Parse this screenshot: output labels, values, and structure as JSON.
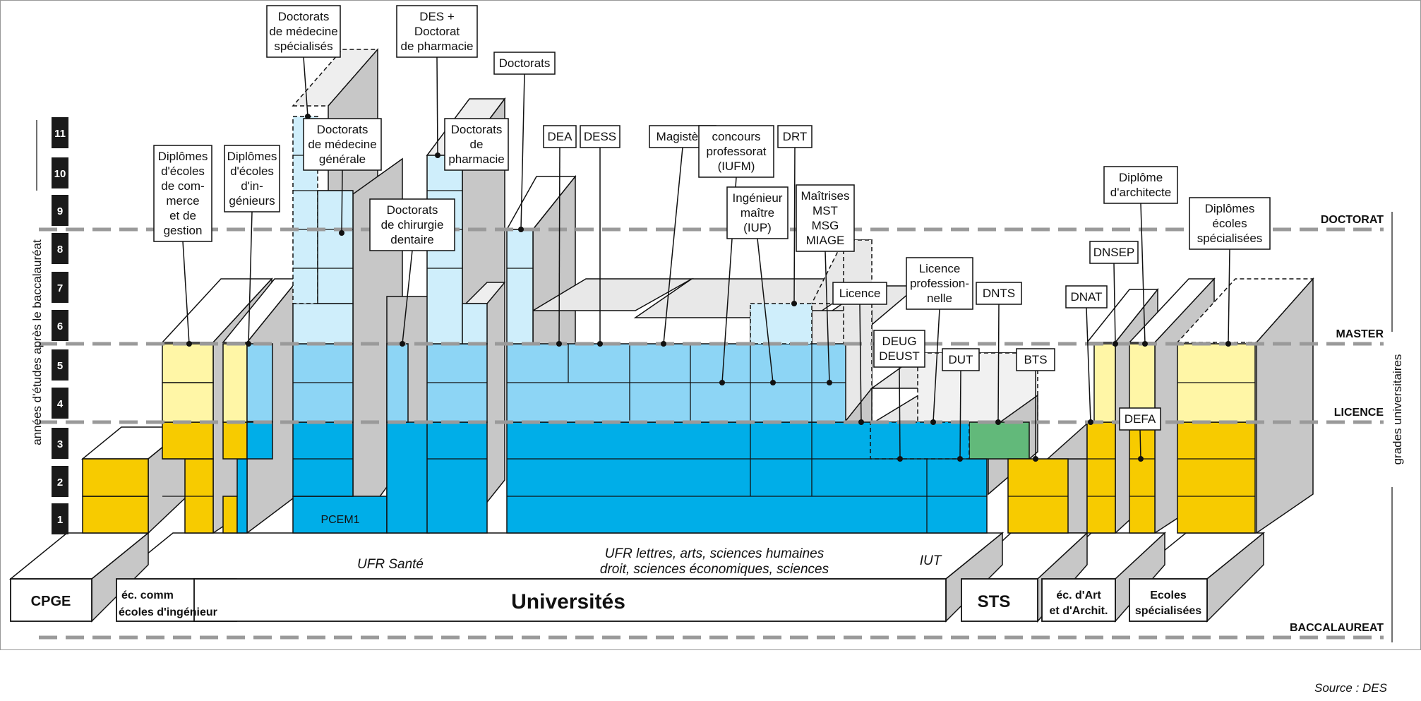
{
  "axis": {
    "left_title": "années d'études après le baccalauréat",
    "right_title": "grades universitaires",
    "years": [
      "1",
      "2",
      "3",
      "4",
      "5",
      "6",
      "7",
      "8",
      "9",
      "10",
      "11"
    ]
  },
  "levels": [
    "DOCTORAT",
    "MASTER",
    "LICENCE",
    "BACCALAUREAT"
  ],
  "institutions": {
    "cpge": "CPGE",
    "ec_line1": "éc. comm",
    "ec_line2": "écoles d'ingénieur",
    "universites": "Universités",
    "sts": "STS",
    "art_line1": "éc.  d'Art",
    "art_line2": "et d'Archit.",
    "esp_line1": "Ecoles",
    "esp_line2": "spécialisées"
  },
  "sections": {
    "sante": "UFR Santé",
    "lettres_line1": "UFR lettres, arts, sciences humaines",
    "lettres_line2": "droit, sciences économiques, sciences",
    "iut": "IUT",
    "pcem1": "PCEM1"
  },
  "diplomas": {
    "comm": [
      "Diplômes",
      "d'écoles",
      "de com-",
      "merce",
      "et de",
      "gestion"
    ],
    "ing": [
      "Diplômes",
      "d'écoles",
      "d'in-",
      "génieurs"
    ],
    "med_spec": [
      "Doctorats",
      "de médecine",
      "spécialisés"
    ],
    "med_gen": [
      "Doctorats",
      "de médecine",
      "générale"
    ],
    "chir": [
      "Doctorats",
      "de chirurgie",
      "dentaire"
    ],
    "des": [
      "DES +",
      "Doctorat",
      "de pharmacie"
    ],
    "pharma": [
      "Doctorats",
      "de",
      "pharmacie"
    ],
    "doctorats": [
      "Doctorats"
    ],
    "dea": [
      "DEA"
    ],
    "dess": [
      "DESS"
    ],
    "magistere": [
      "Magistère"
    ],
    "concours": [
      "concours",
      "professorat",
      "(IUFM)"
    ],
    "iup": [
      "Ingénieur",
      "maître",
      "(IUP)"
    ],
    "drt": [
      "DRT"
    ],
    "maitrises": [
      "Maîtrises",
      "MST",
      "MSG",
      "MIAGE"
    ],
    "licence": [
      "Licence"
    ],
    "lic_pro": [
      "Licence",
      "profession-",
      "nelle"
    ],
    "dnts": [
      "DNTS"
    ],
    "deug": [
      "DEUG",
      "DEUST"
    ],
    "dut": [
      "DUT"
    ],
    "bts": [
      "BTS"
    ],
    "architecte": [
      "Diplôme",
      "d'architecte"
    ],
    "dnsep": [
      "DNSEP"
    ],
    "dnat": [
      "DNAT"
    ],
    "defa": [
      "DEFA"
    ],
    "ecoles_spe": [
      "Diplômes",
      "écoles",
      "spécialisées"
    ]
  },
  "source": "Source : DES",
  "colors": {
    "university_dark": "#00aee8",
    "university_mid": "#8dd5f5",
    "university_light": "#cfeefb",
    "gold": "#f7cb00",
    "light_yellow": "#fff6a6",
    "green": "#62b97a",
    "side_grey": "#c7c7c7",
    "ghost_grey": "#e8e8e8",
    "year_box": "#1a1a1a"
  }
}
